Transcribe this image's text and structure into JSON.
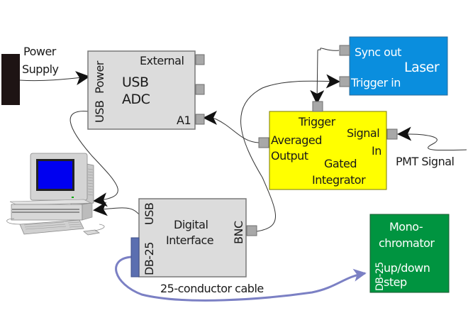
{
  "diagram": {
    "type": "block-diagram",
    "colors": {
      "power_supply": "#1e1414",
      "gray_box": "#dcdcdc",
      "laser": "#0a8ede",
      "integrator": "#ffff00",
      "monochromator": "#009440",
      "db25_connector": "#5b6fb0",
      "blue_cable": "#7b80c4",
      "monitor_screen": "#0000f0"
    },
    "power_supply": {
      "label_line1": "Power",
      "label_line2": "Supply"
    },
    "usb_adc": {
      "title_line1": "USB",
      "title_line2": "ADC",
      "port_power": "Power",
      "port_usb": "USB",
      "port_external": "External",
      "port_a1": "A1"
    },
    "laser": {
      "title": "Laser",
      "port_sync_out": "Sync out",
      "port_trigger_in": "Trigger in"
    },
    "gated_integrator": {
      "title_line1": "Gated",
      "title_line2": "Integrator",
      "port_trigger": "Trigger",
      "port_averaged_line1": "Averaged",
      "port_averaged_line2": "Output",
      "port_signal_line1": "Signal",
      "port_signal_line2": "In"
    },
    "pmt_signal": {
      "label": "PMT Signal"
    },
    "computer": {
      "label": ""
    },
    "digital_interface": {
      "title_line1": "Digital",
      "title_line2": "Interface",
      "port_usb": "USB",
      "port_bnc": "BNC",
      "port_db25": "DB-25"
    },
    "monochromator": {
      "title_line1": "Mono-",
      "title_line2": "chromator",
      "port_db25": "DB-25",
      "port_label_line1": "up/down",
      "port_label_line2": "step"
    },
    "cable": {
      "label": "25-conductor cable"
    },
    "connections": [
      {
        "from": "Power Supply",
        "to": "USB ADC Power"
      },
      {
        "from": "USB ADC USB",
        "to": "Computer"
      },
      {
        "from": "Digital Interface USB",
        "to": "Computer"
      },
      {
        "from": "Gated Integrator Averaged Output",
        "to": "USB ADC A1"
      },
      {
        "from": "Laser Sync out",
        "to": "Gated Integrator Trigger"
      },
      {
        "from": "Digital Interface BNC",
        "to": "Laser Trigger in"
      },
      {
        "from": "PMT Signal",
        "to": "Gated Integrator Signal In"
      },
      {
        "from": "Digital Interface DB-25",
        "to": "Monochromator DB-25",
        "via": "25-conductor cable"
      }
    ]
  }
}
